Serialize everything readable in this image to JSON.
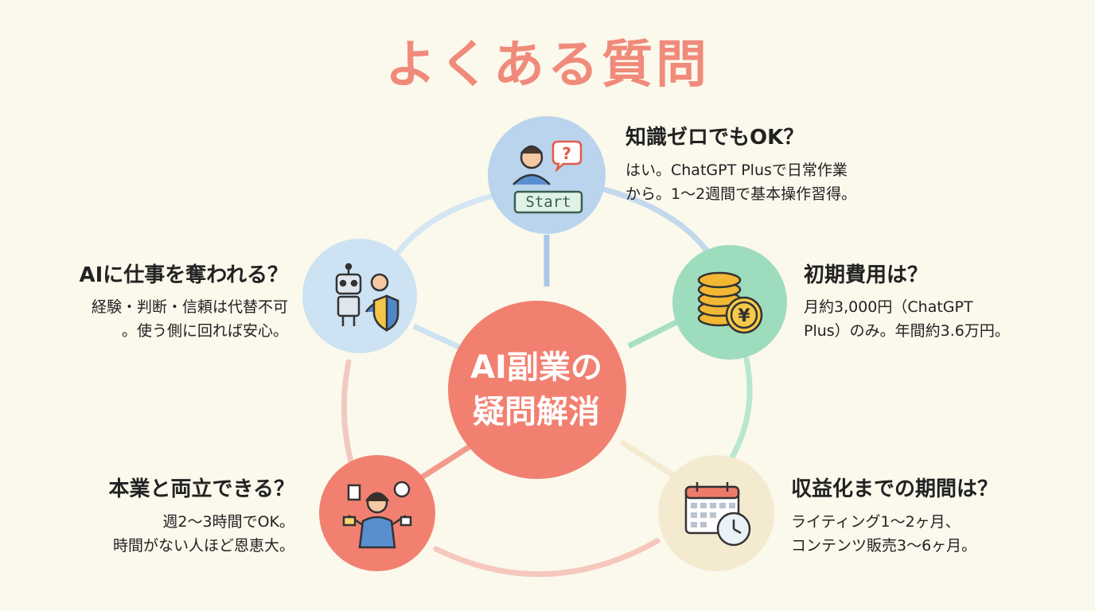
{
  "title": "よくある質問",
  "center": {
    "line1": "AI副業の",
    "line2": "疑問解消"
  },
  "colors": {
    "title": "#f08a7a",
    "center": "#f28070",
    "background": "#fbf8ec",
    "node_top": "#b9d4ec",
    "node_left": "#cde2f2",
    "node_right": "#9edcbe",
    "node_bottom_left": "#f28070",
    "node_bottom_right": "#f3ead0"
  },
  "icons": {
    "top": "person-question-icon",
    "left": "robot-and-person-shield-icon",
    "right": "yen-coins-icon",
    "bottom_left": "multitasking-person-icon",
    "bottom_right": "calendar-clock-icon"
  },
  "start_label": "Start",
  "faqs": {
    "top": {
      "question": "知識ゼロでもOK？",
      "answer_lines": [
        "はい。ChatGPT Plusで日常作業",
        "から。1〜2週間で基本操作習得。"
      ]
    },
    "left": {
      "question": "AIに仕事を奪われる？",
      "answer_lines": [
        "経験・判断・信頼は代替不可",
        "。使う側に回れば安心。"
      ]
    },
    "right": {
      "question": "初期費用は？",
      "answer_lines": [
        "月約3,000円（ChatGPT",
        "Plus）のみ。年間約3.6万円。"
      ]
    },
    "bottom_left": {
      "question": "本業と両立できる？",
      "answer_lines": [
        "週2〜3時間でOK。",
        "時間がない人ほど恩恵大。"
      ]
    },
    "bottom_right": {
      "question": "収益化までの期間は？",
      "answer_lines": [
        "ライティング1〜2ヶ月、",
        "コンテンツ販売3〜6ヶ月。"
      ]
    }
  }
}
